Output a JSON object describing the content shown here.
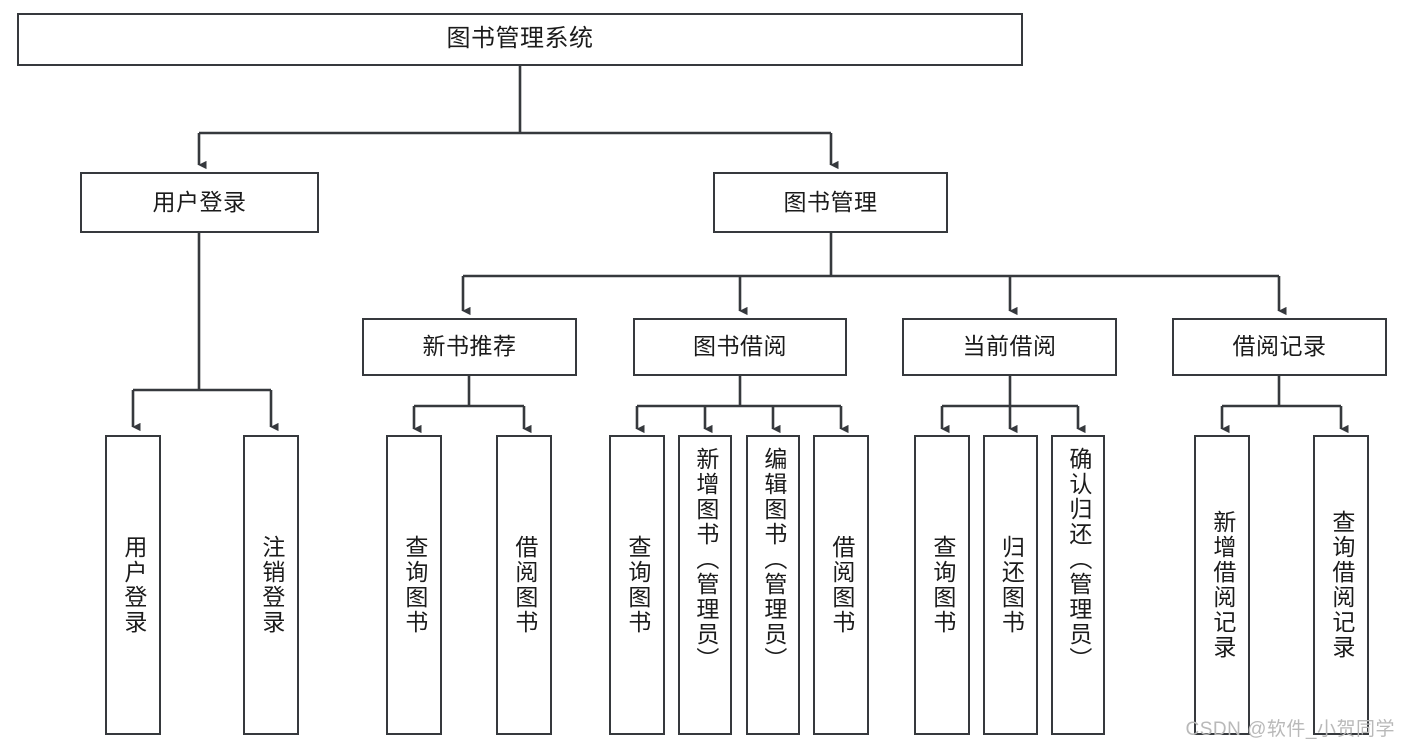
{
  "diagram": {
    "title": "图书管理系统",
    "type": "tree",
    "colors": {
      "box_border": "#36393d",
      "box_fill": "#ffffff",
      "connector": "#36393d",
      "text": "#1b1b1b",
      "watermark": "#b9b9b9",
      "background": "#ffffff"
    },
    "nodes": {
      "root": {
        "label": "图书管理系统"
      },
      "level1": [
        {
          "id": "user-login",
          "label": "用户登录"
        },
        {
          "id": "book-manage",
          "label": "图书管理"
        }
      ],
      "level2": [
        {
          "id": "new-book-recommend",
          "label": "新书推荐"
        },
        {
          "id": "book-borrow",
          "label": "图书借阅"
        },
        {
          "id": "current-borrow",
          "label": "当前借阅"
        },
        {
          "id": "borrow-record",
          "label": "借阅记录"
        }
      ],
      "leaves": {
        "user_login": [
          {
            "id": "leaf-user-login",
            "label": "用户登录"
          },
          {
            "id": "leaf-logout-login",
            "label": "注销登录"
          }
        ],
        "new_book_recommend": [
          {
            "id": "leaf-query-book-1",
            "label": "查询图书"
          },
          {
            "id": "leaf-borrow-book-1",
            "label": "借阅图书"
          }
        ],
        "book_borrow": [
          {
            "id": "leaf-query-book-2",
            "label": "查询图书"
          },
          {
            "id": "leaf-add-book-admin",
            "label": "新增图书（管理员）"
          },
          {
            "id": "leaf-edit-book-admin",
            "label": "编辑图书（管理员）"
          },
          {
            "id": "leaf-borrow-book-2",
            "label": "借阅图书"
          }
        ],
        "current_borrow": [
          {
            "id": "leaf-query-book-3",
            "label": "查询图书"
          },
          {
            "id": "leaf-return-book",
            "label": "归还图书"
          },
          {
            "id": "leaf-confirm-return-admin",
            "label": "确认归还（管理员）"
          }
        ],
        "borrow_record": [
          {
            "id": "leaf-add-borrow-record",
            "label": "新增借阅记录"
          },
          {
            "id": "leaf-query-borrow-record",
            "label": "查询借阅记录"
          }
        ]
      }
    },
    "watermark": "CSDN @软件_小贺同学"
  }
}
